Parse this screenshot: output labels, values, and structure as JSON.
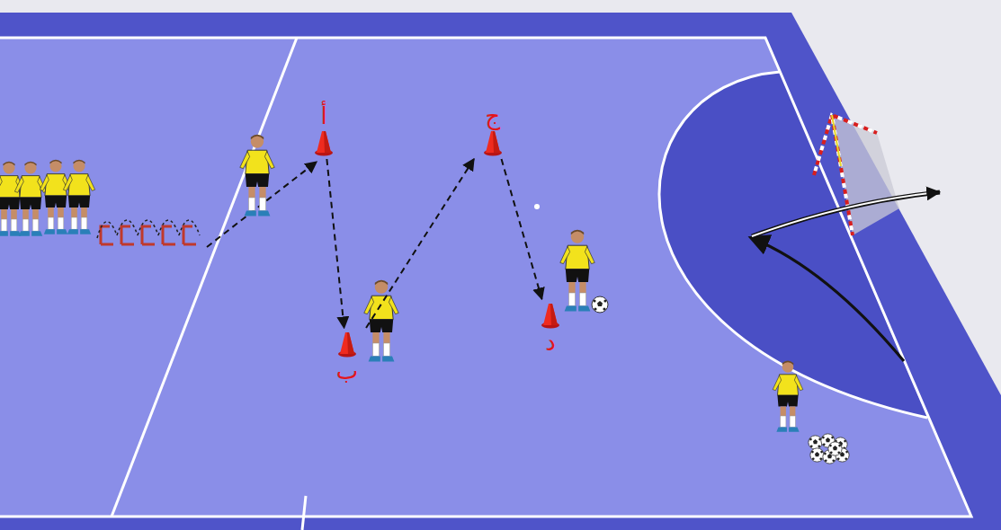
{
  "diagram": {
    "nodes": [
      {
        "text": [
          "أ"
        ]
      },
      {
        "text": [
          "ب"
        ]
      },
      {
        "text": [
          "ج"
        ]
      },
      {
        "text": [
          "د"
        ]
      }
    ],
    "edges": [
      {
        "from": 0,
        "to": 1,
        "arrow": "to"
      },
      {
        "from": 1,
        "to": 2,
        "arrow": "to"
      },
      {
        "from": 2,
        "to": 3,
        "arrow": "to"
      }
    ]
  }
}
